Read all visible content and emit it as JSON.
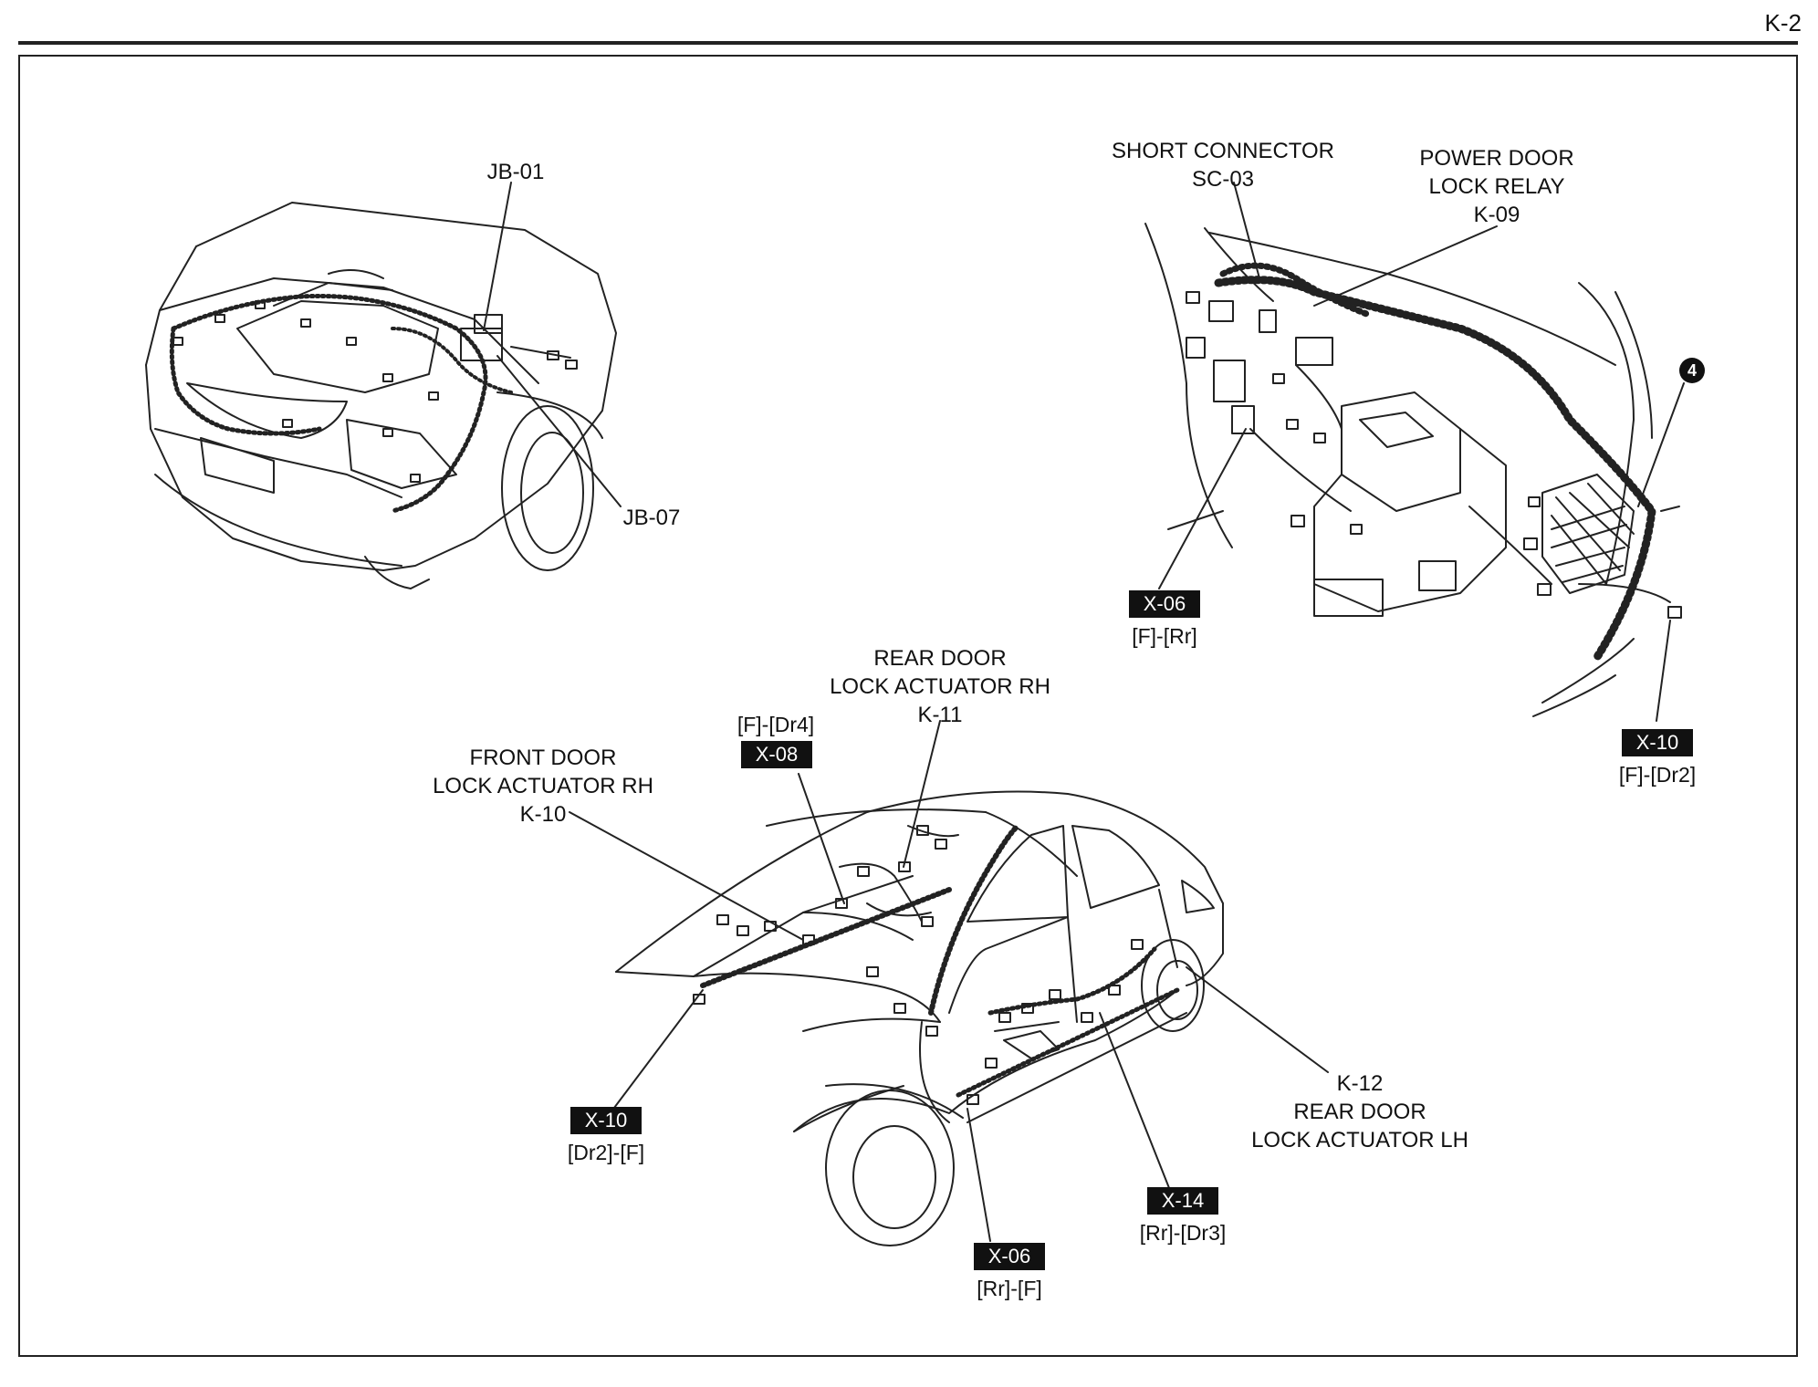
{
  "page": {
    "page_number": "K-2"
  },
  "engine_bay": {
    "labels": {
      "jb01": "JB-01",
      "jb07": "JB-07"
    }
  },
  "dash": {
    "short_connector": [
      "SHORT CONNECTOR",
      "SC-03"
    ],
    "power_door_lock_relay": [
      "POWER DOOR",
      "LOCK RELAY",
      "K-09"
    ],
    "x06_top": {
      "code": "X-06",
      "pins": "[F]-[Rr]"
    },
    "x10_right": {
      "code": "X-10",
      "pins": "[F]-[Dr2]"
    },
    "badge_number": "4"
  },
  "vehicle": {
    "front_door_rh": [
      "FRONT DOOR",
      "LOCK ACTUATOR RH",
      "K-10"
    ],
    "rear_door_rh": [
      "REAR DOOR",
      "LOCK ACTUATOR RH",
      "K-11"
    ],
    "rear_door_lh": [
      "K-12",
      "REAR DOOR",
      "LOCK ACTUATOR LH"
    ],
    "x08": {
      "code": "X-08",
      "pins": "[F]-[Dr4]"
    },
    "x10_left": {
      "code": "X-10",
      "pins": "[Dr2]-[F]"
    },
    "x06_bottom": {
      "code": "X-06",
      "pins": "[Rr]-[F]"
    },
    "x14": {
      "code": "X-14",
      "pins": "[Rr]-[Dr3]"
    }
  }
}
